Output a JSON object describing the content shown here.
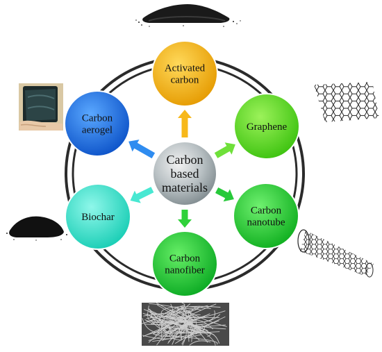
{
  "center": {
    "lines": [
      "Carbon",
      "based",
      "materials"
    ]
  },
  "nodes": [
    {
      "id": "activated-carbon",
      "lines": [
        "Activated",
        "carbon"
      ],
      "color": "#f5b50d",
      "image": "powder-pile"
    },
    {
      "id": "graphene",
      "lines": [
        "Graphene"
      ],
      "color": "#57d61f",
      "image": "hexagonal-lattice"
    },
    {
      "id": "carbon-nanotube",
      "lines": [
        "Carbon",
        "nanotube"
      ],
      "color": "#1ccb2a",
      "image": "nanotube-cylinder"
    },
    {
      "id": "carbon-nanofiber",
      "lines": [
        "Carbon",
        "nanofiber"
      ],
      "color": "#19c62c",
      "image": "fiber-mesh-micrograph"
    },
    {
      "id": "biochar",
      "lines": [
        "Biochar"
      ],
      "color": "#2ee6cf",
      "image": "black-powder"
    },
    {
      "id": "carbon-aerogel",
      "lines": [
        "Carbon",
        "aerogel"
      ],
      "color": "#1d73e6",
      "image": "aerogel-block-in-hand"
    }
  ],
  "arrow_colors": {
    "activated-carbon": "#f7b81a",
    "graphene": "#6fe03a",
    "carbon-nanotube": "#27c93a",
    "carbon-nanofiber": "#2fd13a",
    "biochar": "#48e8d2",
    "carbon-aerogel": "#2f8cf0"
  },
  "ring_color": "#2b2b2b"
}
